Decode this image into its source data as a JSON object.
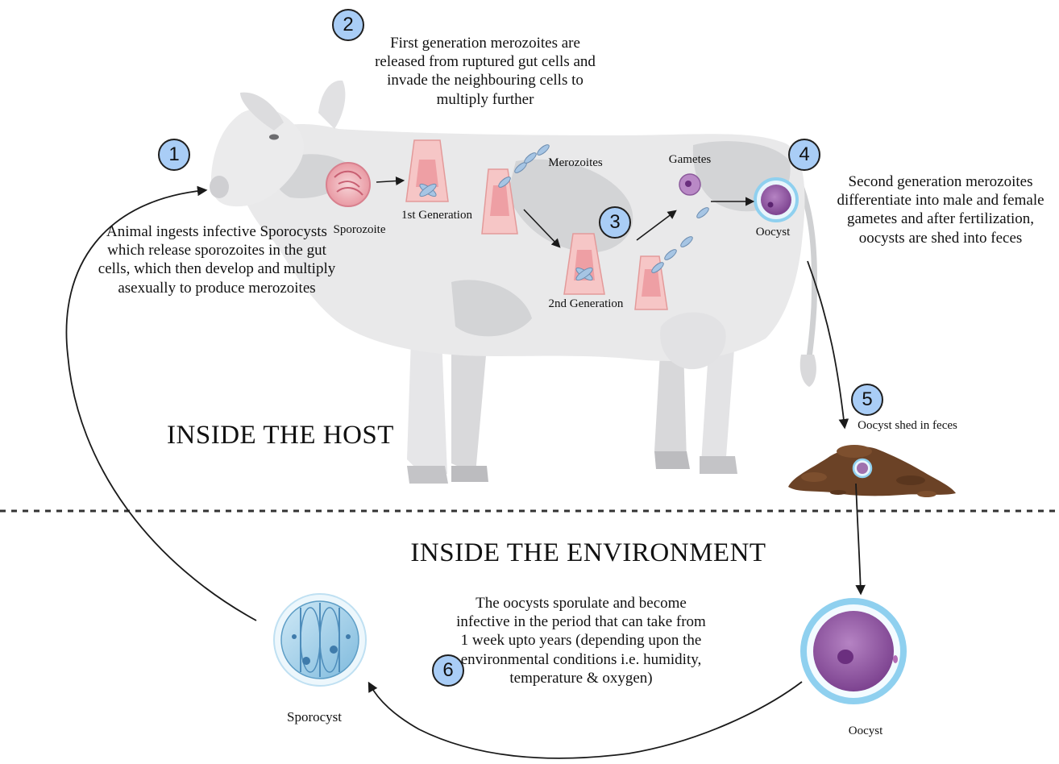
{
  "steps": {
    "s1": {
      "num": "1",
      "text": "Animal ingests infective Sporocysts which release sporozoites in the gut cells, which then develop and multiply asexually to produce merozoites"
    },
    "s2": {
      "num": "2",
      "text": "First generation merozoites are released from ruptured gut cells and invade the neighbouring cells to multiply further"
    },
    "s3": {
      "num": "3"
    },
    "s4": {
      "num": "4",
      "text": "Second generation merozoites differentiate into male and female gametes and after fertilization, oocysts are shed into feces"
    },
    "s5": {
      "num": "5",
      "text": "Oocyst shed in feces"
    },
    "s6": {
      "num": "6",
      "text": "The oocysts sporulate and become infective in the period that can take from 1 week upto years (depending upon the environmental conditions i.e. humidity, temperature & oxygen)"
    }
  },
  "labels": {
    "sporozoite": "Sporozoite",
    "first_generation": "1st Generation",
    "merozoites": "Merozoites",
    "second_generation": "2nd Generation",
    "gametes": "Gametes",
    "oocyst_host": "Oocyst",
    "sporocyst": "Sporocyst",
    "oocyst_env": "Oocyst"
  },
  "sections": {
    "host": "INSIDE THE HOST",
    "environment": "INSIDE THE ENVIRONMENT"
  },
  "colors": {
    "badge": "#a9cdf6",
    "cow": "#e9e9ea",
    "cow_patch": "#d3d4d6",
    "cell": "#f6c6c6",
    "oocyst_ring": "#8fd0ef",
    "oocyst_fill": "#8a4f9a",
    "feces": "#6b4226",
    "sporocyst": "#a9d5ec"
  }
}
